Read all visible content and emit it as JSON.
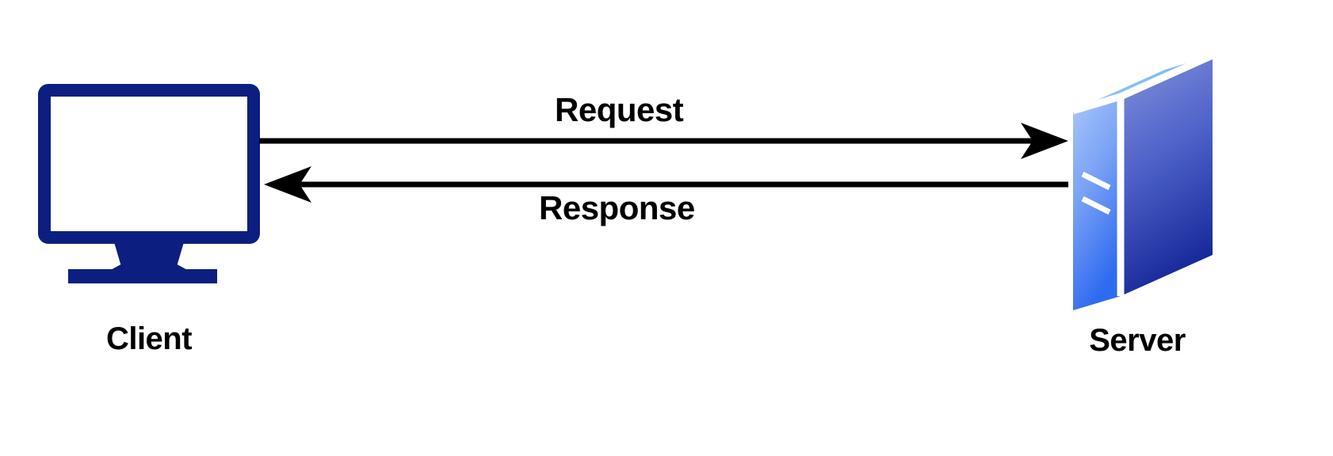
{
  "diagram": {
    "title": "Client-Server Request Response",
    "background": "#ffffff",
    "nodes": [
      {
        "id": "client",
        "label": "Client",
        "icon": "desktop-monitor-icon",
        "color": "#0c1f80"
      },
      {
        "id": "server",
        "label": "Server",
        "icon": "server-tower-icon",
        "colors": {
          "front_face_top": "#9fc0f8",
          "front_face_bottom": "#2f6bf0",
          "top_face_near": "#58a6f0",
          "top_face_far": "#b9dcfb",
          "side_face_top": "#7d8fd8",
          "side_face_bottom": "#1b2f9c",
          "seam": "#ffffff"
        }
      }
    ],
    "edges": [
      {
        "id": "request",
        "label": "Request",
        "from": "client",
        "to": "server",
        "direction": "right",
        "color": "#000000"
      },
      {
        "id": "response",
        "label": "Response",
        "from": "server",
        "to": "client",
        "direction": "left",
        "color": "#000000"
      }
    ]
  },
  "labels": {
    "client": "Client",
    "server": "Server",
    "request": "Request",
    "response": "Response"
  }
}
